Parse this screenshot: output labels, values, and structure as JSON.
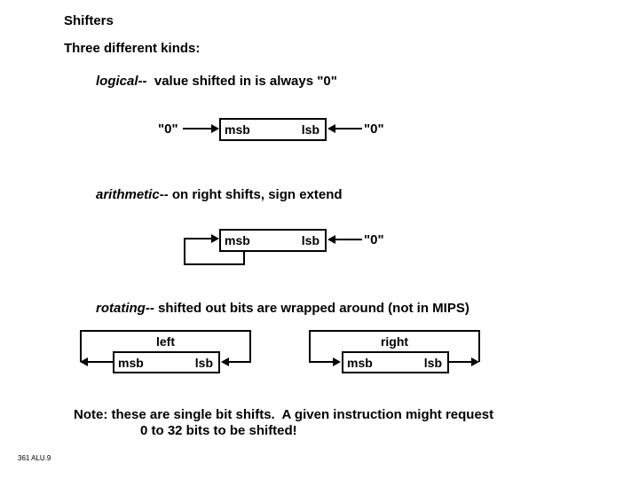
{
  "slide": {
    "title": "Shifters",
    "subtitle": "Three different kinds:",
    "footer": "361 ALU.9",
    "note_line1": "Note: these are single bit shifts.  A given instruction might request",
    "note_line2": "0 to 32 bits to be shifted!"
  },
  "kinds": [
    {
      "name": "logical",
      "term": "logical",
      "separator": "--",
      "description": "  value shifted in is always \"0\"",
      "diagram": {
        "type": "register-with-two-inputs",
        "register": {
          "left_label": "msb",
          "right_label": "lsb"
        },
        "left_input_label": "\"0\"",
        "right_input_label": "\"0\"",
        "left_arrow_direction": "right",
        "right_arrow_direction": "left"
      }
    },
    {
      "name": "arithmetic",
      "term": "arithmetic",
      "separator": "--",
      "description": " on right shifts, sign extend",
      "diagram": {
        "type": "register-with-signextend-loop",
        "register": {
          "left_label": "msb",
          "right_label": "lsb"
        },
        "right_input_label": "\"0\"",
        "loop_description": "msb feedback loop",
        "left_arrow_direction": "right",
        "right_arrow_direction": "left"
      }
    },
    {
      "name": "rotating",
      "term": "rotating",
      "separator": "--",
      "description": " shifted out bits are wrapped around (not in MIPS)",
      "diagram": {
        "type": "two-rotate-loops",
        "loops": [
          {
            "label": "left",
            "register": {
              "left_label": "msb",
              "right_label": "lsb"
            },
            "out_side": "left",
            "in_side": "right"
          },
          {
            "label": "right",
            "register": {
              "left_label": "msb",
              "right_label": "lsb"
            },
            "out_side": "right",
            "in_side": "left"
          }
        ]
      }
    }
  ]
}
